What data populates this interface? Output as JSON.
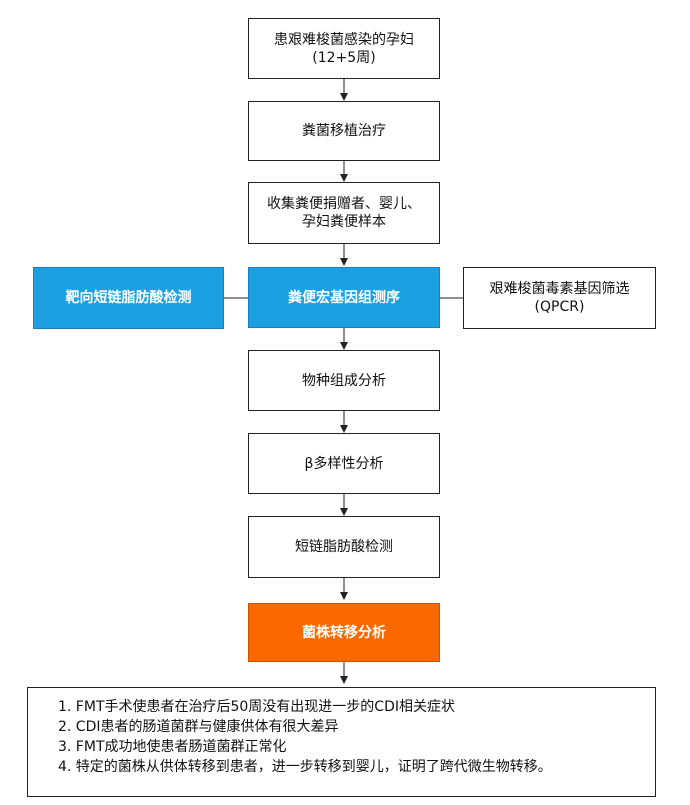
{
  "steps": {
    "patient": "患艰难梭菌感染的孕妇\n(12+5周)",
    "fmt": "粪菌移植治疗",
    "collect": "收集粪便捐赠者、婴儿、\n孕妇粪便样本",
    "metagenome": "粪便宏基因组测序",
    "scfa_target": "靶向短链脂肪酸检测",
    "toxin_screen": "艰难梭菌毒素基因筛选\n(QPCR)",
    "species": "物种组成分析",
    "beta": "β多样性分析",
    "scfa": "短链脂肪酸检测",
    "strain_transfer": "菌株转移分析"
  },
  "conclusions": [
    "1. FMT手术使患者在治疗后50周没有出现进一步的CDI相关症状",
    "2. CDI患者的肠道菌群与健康供体有很大差异",
    "3. FMT成功地使患者肠道菌群正常化",
    "4. 特定的菌株从供体转移到患者，进一步转移到婴儿，证明了跨代微生物转移。"
  ],
  "colors": {
    "blue_fill": "#1ba1e2",
    "orange_fill": "#fa6800",
    "line": "#222222"
  }
}
